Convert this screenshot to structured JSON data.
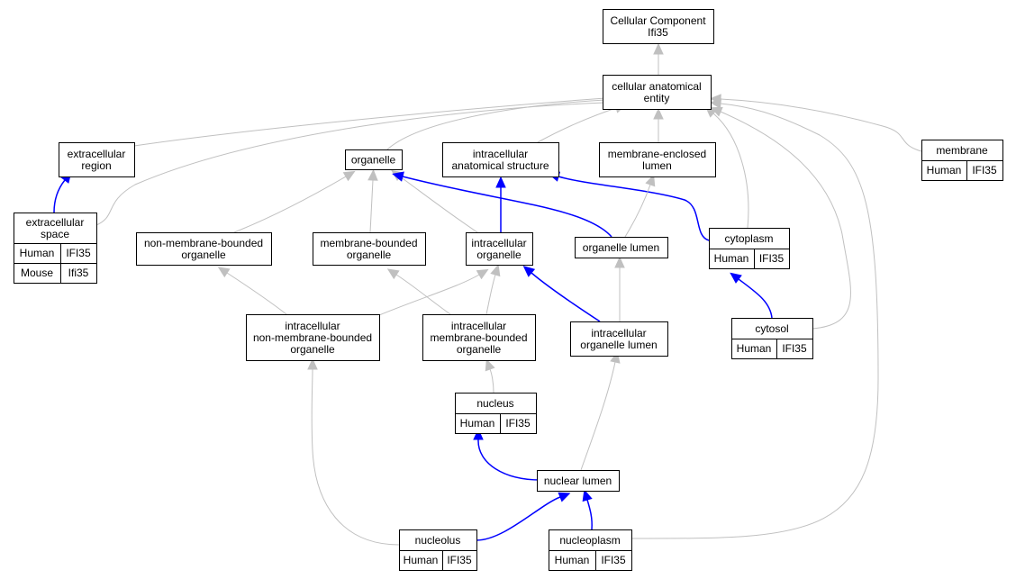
{
  "colors": {
    "human": "#f4674b",
    "mouse": "#add8e6",
    "blue_edge": "#0000ff",
    "gray_edge": "#c0c0c0"
  },
  "nodes": {
    "root": {
      "lines": [
        "Cellular Component",
        "Ifi35"
      ]
    },
    "cae": {
      "lines": [
        "cellular anatomical",
        "entity"
      ]
    },
    "ecr": {
      "lines": [
        "extracellular",
        "region"
      ]
    },
    "org": {
      "lines": [
        "organelle"
      ]
    },
    "ias": {
      "lines": [
        "intracellular",
        "anatomical structure"
      ]
    },
    "mel": {
      "lines": [
        "membrane-enclosed",
        "lumen"
      ]
    },
    "mem": {
      "lines": [
        "membrane"
      ],
      "annotations": [
        [
          "Human",
          "IFI35"
        ]
      ]
    },
    "ecs": {
      "lines": [
        "extracellular",
        "space"
      ],
      "annotations": [
        [
          "Human",
          "IFI35"
        ],
        [
          "Mouse",
          "Ifi35"
        ]
      ]
    },
    "nmbo": {
      "lines": [
        "non-membrane-bounded",
        "organelle"
      ]
    },
    "mbo": {
      "lines": [
        "membrane-bounded",
        "organelle"
      ]
    },
    "io": {
      "lines": [
        "intracellular",
        "organelle"
      ]
    },
    "ol": {
      "lines": [
        "organelle lumen"
      ]
    },
    "cyto": {
      "lines": [
        "cytoplasm"
      ],
      "annotations": [
        [
          "Human",
          "IFI35"
        ]
      ]
    },
    "inmbo": {
      "lines": [
        "intracellular",
        "non-membrane-bounded",
        "organelle"
      ]
    },
    "imbo": {
      "lines": [
        "intracellular",
        "membrane-bounded",
        "organelle"
      ]
    },
    "iol": {
      "lines": [
        "intracellular",
        "organelle lumen"
      ]
    },
    "cytosol": {
      "lines": [
        "cytosol"
      ],
      "annotations": [
        [
          "Human",
          "IFI35"
        ]
      ]
    },
    "nucleus": {
      "lines": [
        "nucleus"
      ],
      "annotations": [
        [
          "Human",
          "IFI35"
        ]
      ]
    },
    "nl": {
      "lines": [
        "nuclear lumen"
      ]
    },
    "nucleolus": {
      "lines": [
        "nucleolus"
      ],
      "annotations": [
        [
          "Human",
          "IFI35"
        ]
      ]
    },
    "nucleoplasm": {
      "lines": [
        "nucleoplasm"
      ],
      "annotations": [
        [
          "Human",
          "IFI35"
        ]
      ]
    }
  },
  "edges": [
    {
      "from": "cae",
      "to": "root",
      "color": "gray"
    },
    {
      "from": "ecr",
      "to": "cae",
      "color": "gray"
    },
    {
      "from": "org",
      "to": "cae",
      "color": "gray"
    },
    {
      "from": "ias",
      "to": "cae",
      "color": "gray"
    },
    {
      "from": "mel",
      "to": "cae",
      "color": "gray"
    },
    {
      "from": "mem",
      "to": "cae",
      "color": "gray"
    },
    {
      "from": "ecs",
      "to": "cae",
      "color": "gray"
    },
    {
      "from": "cyto",
      "to": "cae",
      "color": "gray"
    },
    {
      "from": "cytosol",
      "to": "cae",
      "color": "gray"
    },
    {
      "from": "nucleoplasm",
      "to": "cae",
      "color": "gray"
    },
    {
      "from": "ecs",
      "to": "ecr",
      "color": "blue"
    },
    {
      "from": "nmbo",
      "to": "org",
      "color": "gray"
    },
    {
      "from": "mbo",
      "to": "org",
      "color": "gray"
    },
    {
      "from": "io",
      "to": "org",
      "color": "gray"
    },
    {
      "from": "ol",
      "to": "org",
      "color": "blue"
    },
    {
      "from": "io",
      "to": "ias",
      "color": "blue"
    },
    {
      "from": "cyto",
      "to": "ias",
      "color": "blue"
    },
    {
      "from": "ol",
      "to": "mel",
      "color": "gray"
    },
    {
      "from": "inmbo",
      "to": "nmbo",
      "color": "gray"
    },
    {
      "from": "imbo",
      "to": "mbo",
      "color": "gray"
    },
    {
      "from": "inmbo",
      "to": "io",
      "color": "gray"
    },
    {
      "from": "imbo",
      "to": "io",
      "color": "gray"
    },
    {
      "from": "iol",
      "to": "io",
      "color": "blue"
    },
    {
      "from": "iol",
      "to": "ol",
      "color": "gray"
    },
    {
      "from": "cytosol",
      "to": "cyto",
      "color": "blue"
    },
    {
      "from": "nucleus",
      "to": "imbo",
      "color": "gray"
    },
    {
      "from": "nl",
      "to": "nucleus",
      "color": "blue"
    },
    {
      "from": "nl",
      "to": "iol",
      "color": "gray"
    },
    {
      "from": "nucleolus",
      "to": "inmbo",
      "color": "gray"
    },
    {
      "from": "nucleolus",
      "to": "nl",
      "color": "blue"
    },
    {
      "from": "nucleoplasm",
      "to": "nl",
      "color": "blue"
    }
  ]
}
